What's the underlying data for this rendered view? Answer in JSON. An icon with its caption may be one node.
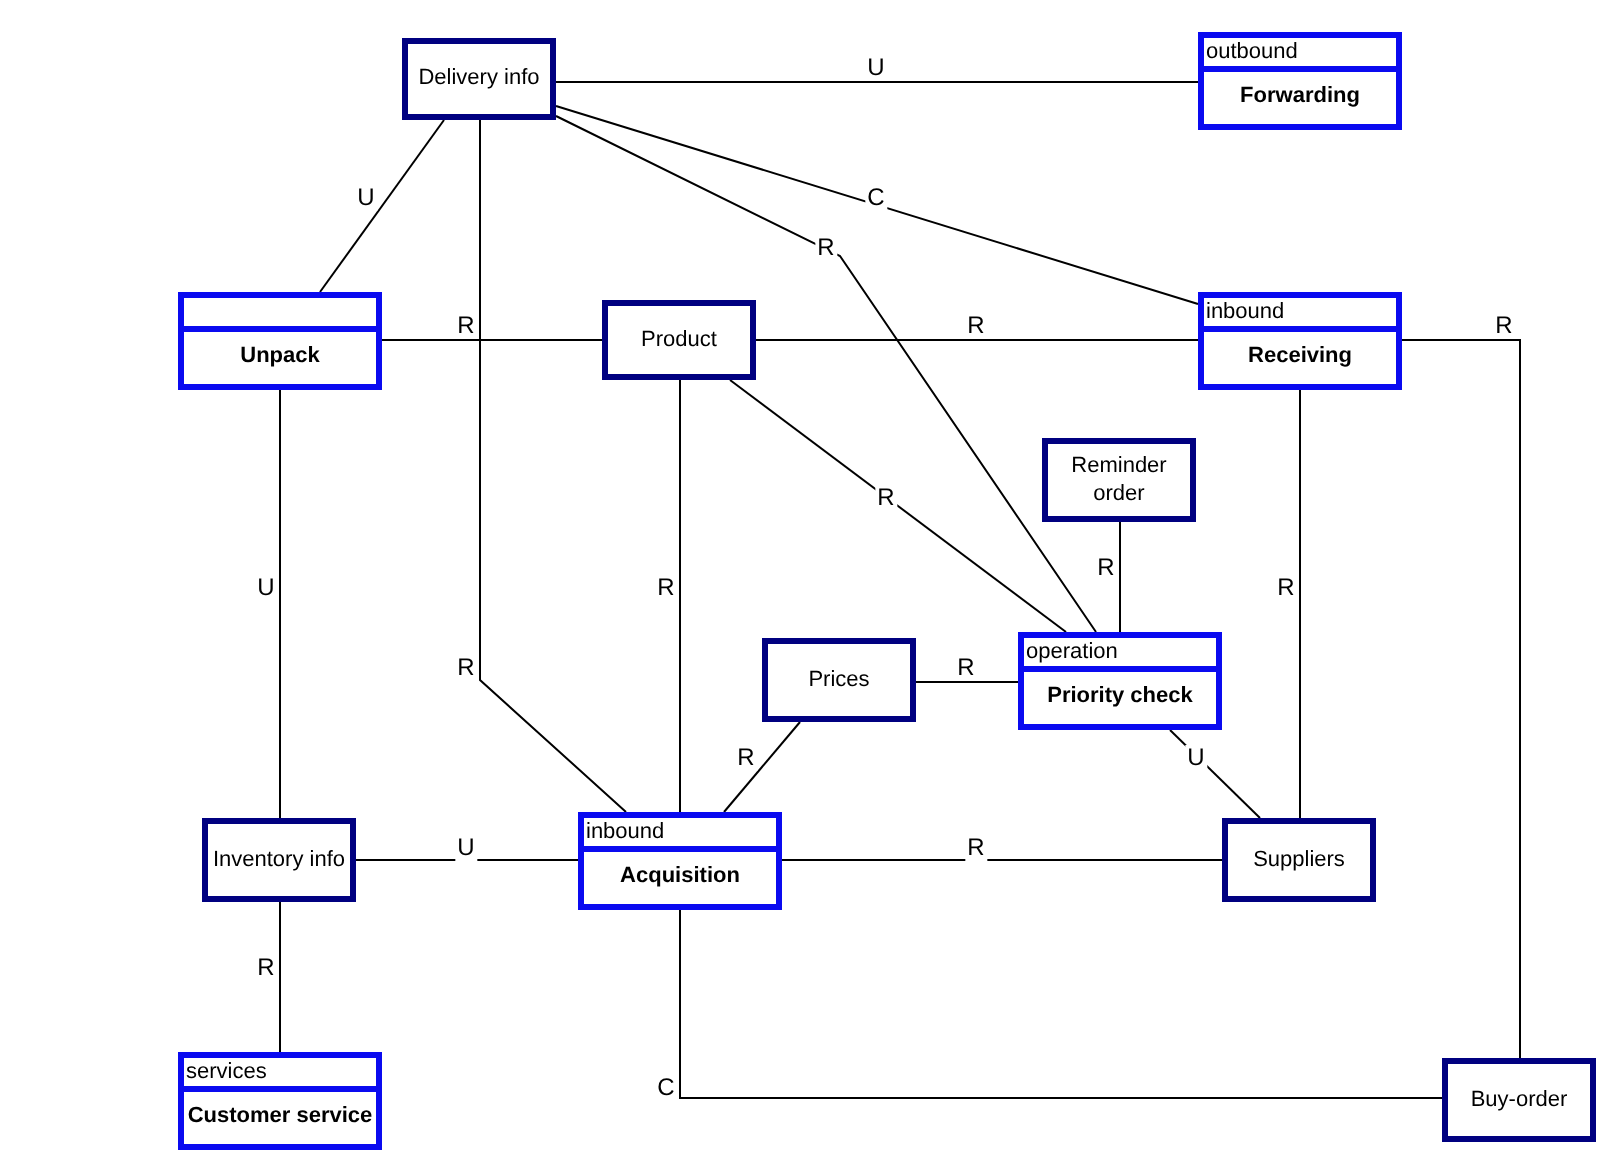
{
  "diagram": {
    "nodes": [
      {
        "text": [
          "Delivery info"
        ]
      },
      {
        "text": [
          "outbound",
          "Forwarding"
        ]
      },
      {
        "text": [
          "Unpack"
        ]
      },
      {
        "text": [
          "Product"
        ]
      },
      {
        "text": [
          "inbound",
          "Receiving"
        ]
      },
      {
        "text": [
          "Reminder order"
        ]
      },
      {
        "text": [
          "Prices"
        ]
      },
      {
        "text": [
          "operation",
          "Priority check"
        ]
      },
      {
        "text": [
          "Inventory info"
        ]
      },
      {
        "text": [
          "inbound",
          "Acquisition"
        ]
      },
      {
        "text": [
          "Suppliers"
        ]
      },
      {
        "text": [
          "services",
          "Customer service"
        ]
      },
      {
        "text": [
          "Buy-order"
        ]
      }
    ],
    "edges": [
      {
        "from": 0,
        "to": 1,
        "arrow": "none",
        "label": "U"
      },
      {
        "from": 0,
        "to": 2,
        "arrow": "none",
        "label": "U"
      },
      {
        "from": 0,
        "to": 4,
        "arrow": "none",
        "label": "C"
      },
      {
        "from": 0,
        "to": 7,
        "arrow": "none",
        "label": "R"
      },
      {
        "from": 0,
        "to": 9,
        "arrow": "none",
        "label": "R"
      },
      {
        "from": 2,
        "to": 3,
        "arrow": "none",
        "label": "R"
      },
      {
        "from": 3,
        "to": 4,
        "arrow": "none",
        "label": "R"
      },
      {
        "from": 3,
        "to": 7,
        "arrow": "none",
        "label": "R"
      },
      {
        "from": 3,
        "to": 9,
        "arrow": "none",
        "label": "R"
      },
      {
        "from": 4,
        "to": 12,
        "arrow": "none",
        "label": "R"
      },
      {
        "from": 4,
        "to": 10,
        "arrow": "none",
        "label": "R"
      },
      {
        "from": 5,
        "to": 7,
        "arrow": "none",
        "label": "R"
      },
      {
        "from": 6,
        "to": 7,
        "arrow": "none",
        "label": "R"
      },
      {
        "from": 6,
        "to": 9,
        "arrow": "none",
        "label": "R"
      },
      {
        "from": 7,
        "to": 10,
        "arrow": "none",
        "label": "U"
      },
      {
        "from": 2,
        "to": 8,
        "arrow": "none",
        "label": "U"
      },
      {
        "from": 8,
        "to": 9,
        "arrow": "none",
        "label": "U"
      },
      {
        "from": 9,
        "to": 10,
        "arrow": "none",
        "label": "R"
      },
      {
        "from": 8,
        "to": 11,
        "arrow": "none",
        "label": "R"
      },
      {
        "from": 9,
        "to": 12,
        "arrow": "none",
        "label": "C"
      }
    ]
  }
}
